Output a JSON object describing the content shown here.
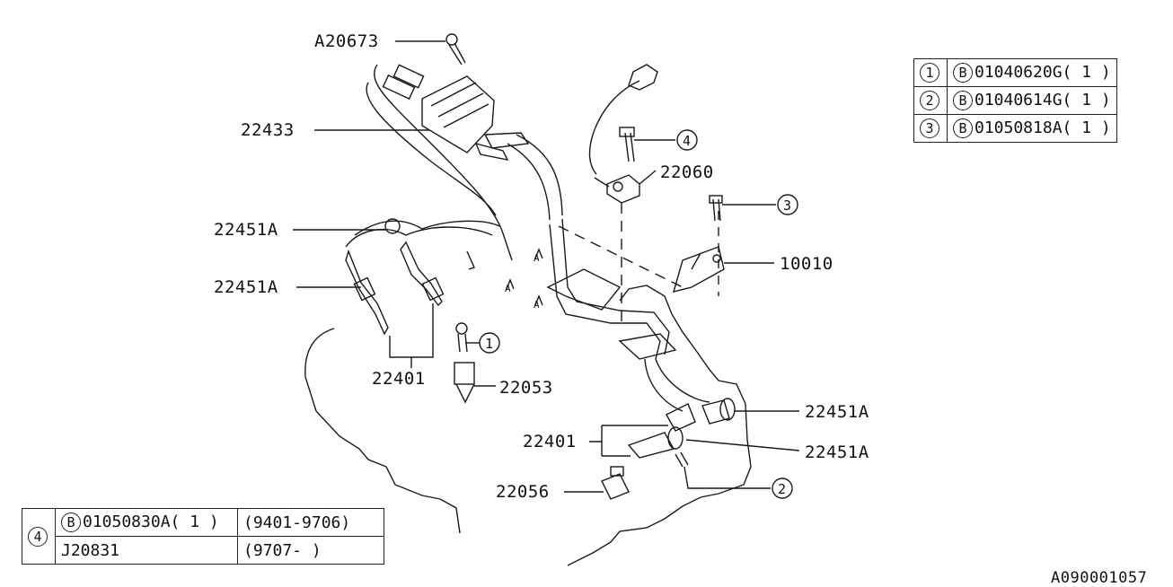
{
  "labels": {
    "a20673": "A20673",
    "p22433": "22433",
    "p22451a_1": "22451A",
    "p22451a_2": "22451A",
    "p22401_1": "22401",
    "p22053": "22053",
    "p22060": "22060",
    "p10010": "10010",
    "p22451a_3": "22451A",
    "p22451a_4": "22451A",
    "p22401_2": "22401",
    "p22056": "22056",
    "ref_a1": "A",
    "ref_a2": "A",
    "ref_a3": "A",
    "callout_1": "1",
    "callout_2": "2",
    "callout_3": "3",
    "callout_4": "4",
    "diagram_id": "A090001057"
  },
  "fastener_table": [
    {
      "num": "1",
      "code": "B",
      "part": "01040620G",
      "qty": "( 1  )"
    },
    {
      "num": "2",
      "code": "B",
      "part": "01040614G",
      "qty": "( 1  )"
    },
    {
      "num": "3",
      "code": "B",
      "part": "01050818A",
      "qty": "( 1  )"
    }
  ],
  "bolt4_table": {
    "num": "4",
    "rows": [
      {
        "code": "B",
        "part": "01050830A",
        "qty": "( 1  )",
        "period": "(9401-9706)"
      },
      {
        "code": "",
        "part": "J20831",
        "qty": "",
        "period": "(9707-      )"
      }
    ]
  }
}
